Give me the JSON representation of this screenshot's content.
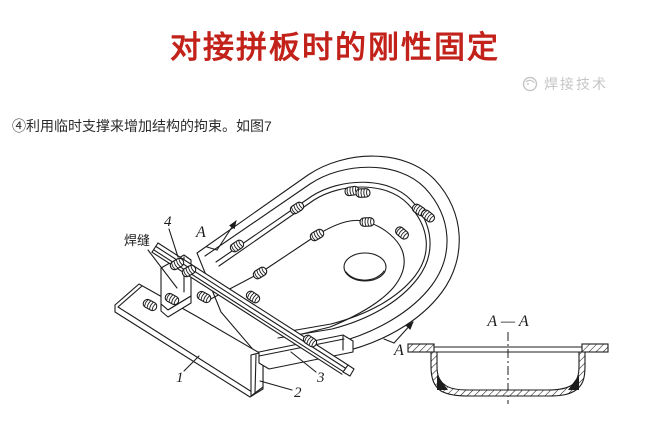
{
  "header": {
    "title": "对接拼板时的刚性固定",
    "title_color": "#c2221a"
  },
  "watermark": {
    "text": "焊接技术",
    "color": "#c6c6c6",
    "icon": "logo-circle-icon"
  },
  "caption": {
    "text": "④利用临时支撑来增加结构的拘束。如图7"
  },
  "figure": {
    "ink_color": "#1c1c1c",
    "labels": {
      "weld_seam": "焊缝",
      "part_1": "1",
      "part_2": "2",
      "part_3": "3",
      "part_4": "4",
      "arrow_top": "A",
      "arrow_bottom": "A",
      "section_title": "A — A"
    }
  }
}
